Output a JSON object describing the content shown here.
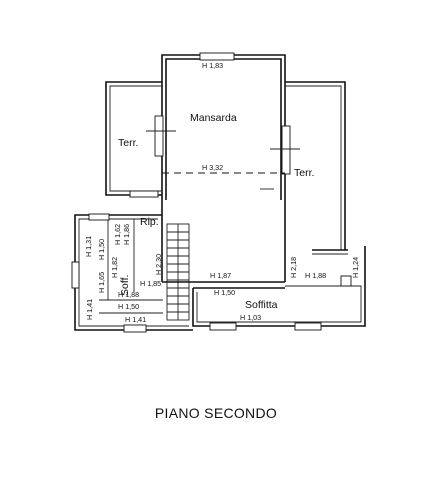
{
  "rooms": {
    "mansarda": "Mansarda",
    "terr_left": "Terr.",
    "terr_right": "Terr.",
    "rip": "Rip.",
    "soff_small": "Soff.",
    "soffitta": "Soffitta"
  },
  "heights": {
    "top": "H 1,83",
    "center": "H 3,32",
    "bottom_center": "H 1,87",
    "right_area": "H 1,88",
    "right_corner": "H 1,24",
    "right_wall": "H 2,18",
    "stair_landing": "H 1,50",
    "soffitta_bottom": "H 1,03",
    "left_131": "H 1,31",
    "left_150": "H 1,50",
    "left_162": "H 1,62",
    "left_186": "H 1,86",
    "left_182": "H 1,82",
    "left_230": "H 2,30",
    "left_165": "H 1,65",
    "left_185": "H 1,85",
    "left_141_vert": "H 1,41",
    "left_188": "H 1,88",
    "left_150_b": "H 1,50",
    "left_141_b": "H 1,41"
  },
  "title": "PIANO SECONDO"
}
